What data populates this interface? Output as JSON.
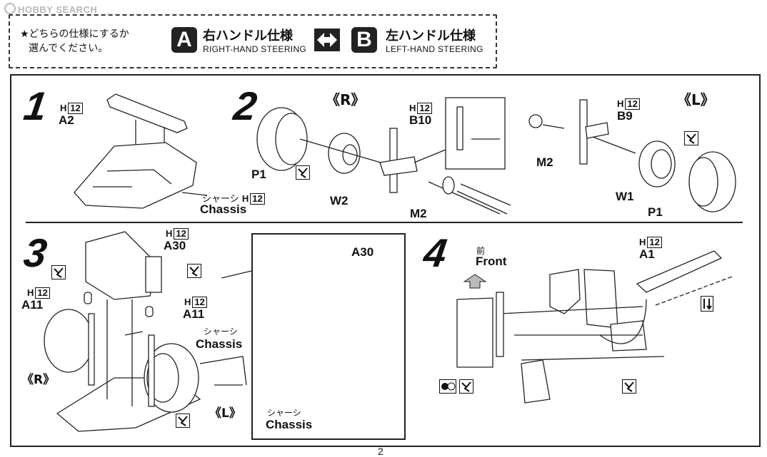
{
  "watermark": "HOBBY SEARCH",
  "notice": {
    "line1": "★どちらの仕様にするか",
    "line2": "選んでください。"
  },
  "option_a": {
    "badge": "A",
    "jp": "右ハンドル仕様",
    "en": "RIGHT-HAND STEERING"
  },
  "option_b": {
    "badge": "B",
    "jp": "左ハンドル仕様",
    "en": "LEFT-HAND STEERING"
  },
  "step1": {
    "number": "1",
    "part_h": "H",
    "part_h_num": "12",
    "part": "A2",
    "chassis_jp": "シャーシ",
    "chassis_h": "H",
    "chassis_h_num": "12",
    "chassis_en": "Chassis"
  },
  "step2": {
    "number": "2",
    "side_r": "《R》",
    "side_l": "《L》",
    "b10_h": "H",
    "b10_h_num": "12",
    "b10": "B10",
    "b9_h": "H",
    "b9_h_num": "12",
    "b9": "B9",
    "p1_left": "P1",
    "w2": "W2",
    "m2_bottom": "M2",
    "m2_right": "M2",
    "w1": "W1",
    "p1_right": "P1"
  },
  "step3": {
    "number": "3",
    "a30_h": "H",
    "a30_h_num": "12",
    "a30": "A30",
    "a11_left_h": "H",
    "a11_left_h_num": "12",
    "a11_left": "A11",
    "a11_right_h": "H",
    "a11_right_h_num": "12",
    "a11_right": "A11",
    "chassis_jp": "シャーシ",
    "chassis_en": "Chassis",
    "side_r": "《R》",
    "side_l": "《L》",
    "inset_a30": "A30",
    "inset_chassis_jp": "シャーシ",
    "inset_chassis_en": "Chassis"
  },
  "step4": {
    "number": "4",
    "front_jp": "前",
    "front_en": "Front",
    "a1_h": "H",
    "a1_h_num": "12",
    "a1": "A1"
  },
  "page_number": "2"
}
